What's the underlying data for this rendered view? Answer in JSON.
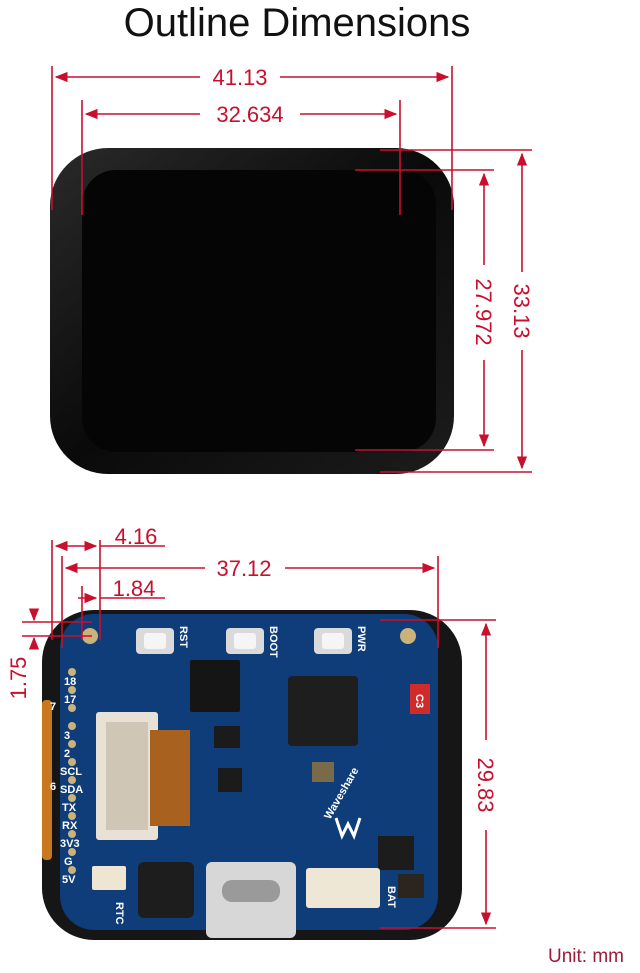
{
  "title": "Outline Dimensions",
  "unit_label": "Unit: mm",
  "colors": {
    "dimension": "#c8102e",
    "board": "#0e3d7a",
    "screen": "#050505",
    "bezel": "#1a1a1a"
  },
  "dimensions": {
    "top_overall_width": "41.13",
    "top_display_width": "32.634",
    "top_display_height": "27.972",
    "top_overall_height": "33.13",
    "bottom_offset_a": "4.16",
    "bottom_board_width": "37.12",
    "bottom_offset_b": "1.84",
    "bottom_offset_c": "1.75",
    "bottom_board_height": "29.83"
  },
  "board": {
    "buttons": [
      "RST",
      "BOOT",
      "PWR"
    ],
    "pins": [
      "18",
      "17",
      "7",
      "3",
      "2",
      "SCL",
      "SDA",
      "TX",
      "RX",
      "3V3",
      "G",
      "5V"
    ],
    "pin_side_label": "6",
    "connector_labels": [
      "RTC",
      "BAT"
    ],
    "chip_badge": "C3",
    "brand_text": "Waveshare"
  }
}
